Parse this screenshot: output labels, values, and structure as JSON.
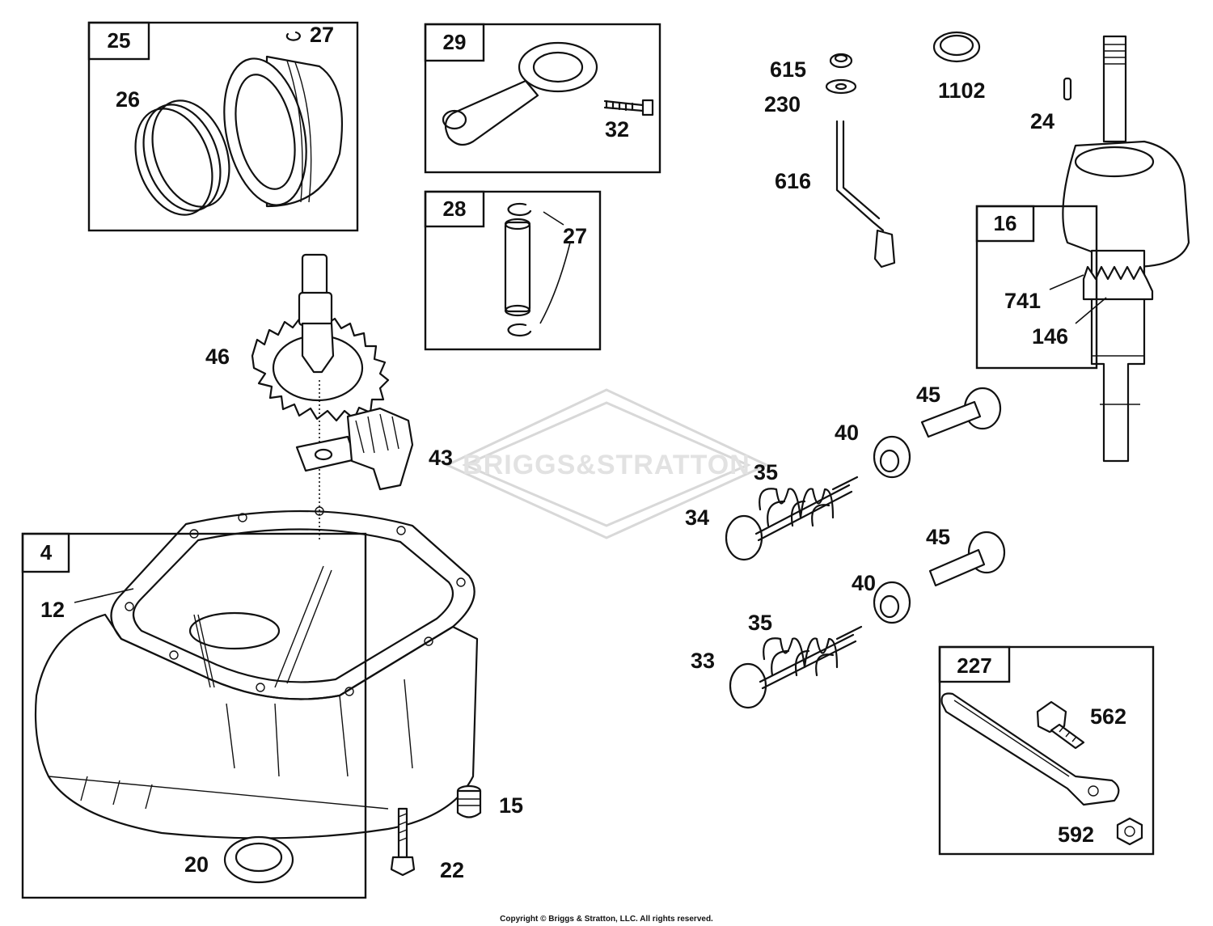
{
  "watermark": {
    "text": "BRIGGS&STRATTON"
  },
  "copyright": "Copyright © Briggs & Stratton, LLC. All rights reserved.",
  "kit_boxes": {
    "piston_kit": "25",
    "connecting_rod_kit": "29",
    "pin_kit": "28",
    "crankshaft_kit": "16",
    "sump_kit": "4",
    "brake_kit": "227"
  },
  "part_labels": {
    "p26": "26",
    "p27_piston": "27",
    "p32": "32",
    "p27_pin": "27",
    "p615": "615",
    "p230": "230",
    "p616": "616",
    "p1102": "1102",
    "p24": "24",
    "p741": "741",
    "p146": "146",
    "p46": "46",
    "p43": "43",
    "p45_top": "45",
    "p40_top": "40",
    "p35_top": "35",
    "p34": "34",
    "p45_bottom": "45",
    "p40_bottom": "40",
    "p35_bottom": "35",
    "p33": "33",
    "p12": "12",
    "p15": "15",
    "p20": "20",
    "p22": "22",
    "p562": "562",
    "p592": "592"
  }
}
